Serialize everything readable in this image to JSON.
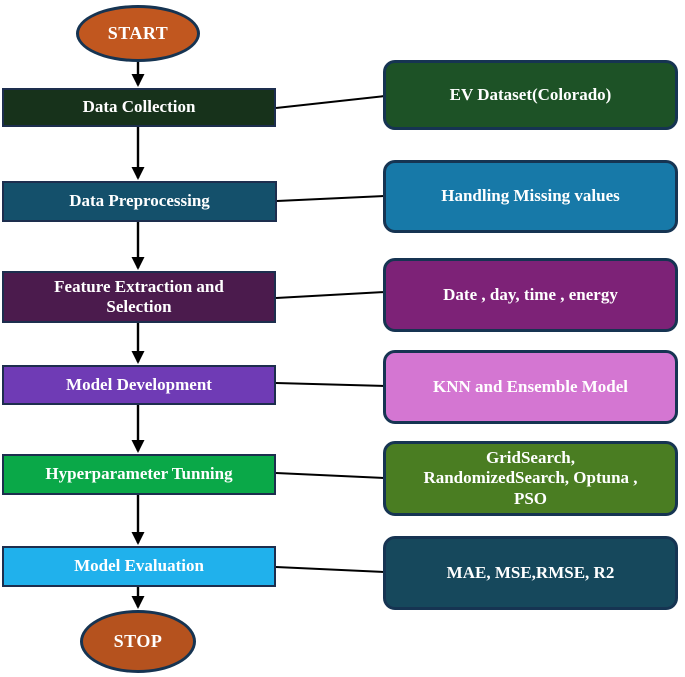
{
  "diagram": {
    "type": "flowchart",
    "start": {
      "label": "START",
      "fill": "#c1571f"
    },
    "stop": {
      "label": "STOP",
      "fill": "#b5521e"
    },
    "steps": [
      {
        "label": "Data Collection",
        "fill": "#17321b"
      },
      {
        "label": "Data Preprocessing",
        "fill": "#14506b"
      },
      {
        "label": "Feature Extraction and\nSelection",
        "fill": "#4b1b4d"
      },
      {
        "label": "Model Development",
        "fill": "#6f3bb5"
      },
      {
        "label": "Hyperparameter Tunning",
        "fill": "#0aa848"
      },
      {
        "label": "Model Evaluation",
        "fill": "#20b1ec"
      }
    ],
    "annotations": [
      {
        "label": "EV Dataset(Colorado)",
        "fill": "#1d5226"
      },
      {
        "label": "Handling Missing values",
        "fill": "#1779a8"
      },
      {
        "label": "Date , day, time , energy",
        "fill": "#7d2277"
      },
      {
        "label": "KNN and Ensemble Model",
        "fill": "#d476d2"
      },
      {
        "label": "GridSearch,\nRandomizedSearch, Optuna ,\nPSO",
        "fill": "#4a7d22"
      },
      {
        "label": "MAE, MSE,RMSE, R2",
        "fill": "#16485c"
      }
    ],
    "connector_color": "#000000"
  }
}
